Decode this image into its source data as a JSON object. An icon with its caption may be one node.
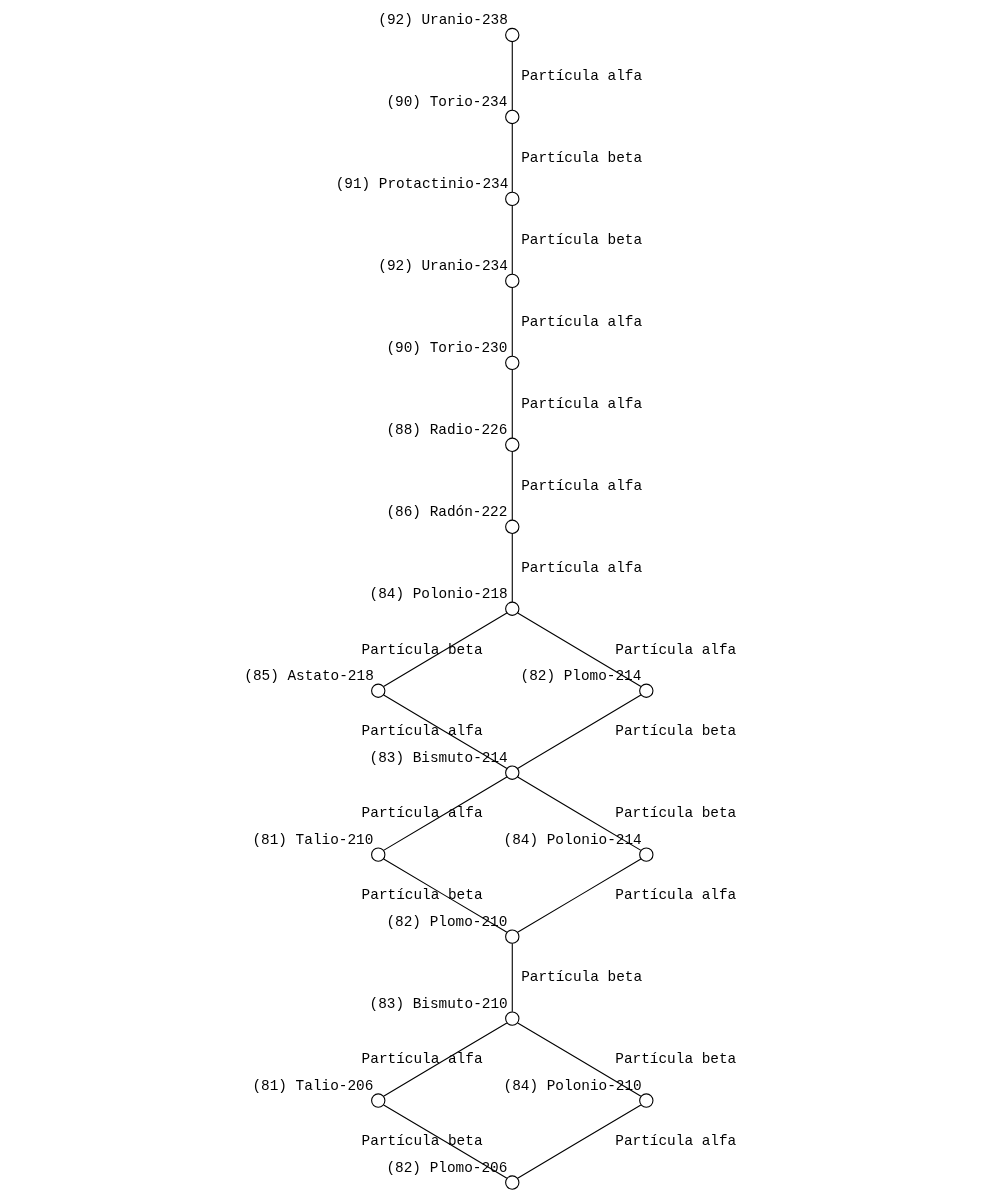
{
  "diagram": {
    "nodes": [
      {
        "text": [],
        "shape": "circle",
        "beside": [
          "(92) Uranio-238"
        ]
      },
      {
        "text": [],
        "shape": "circle",
        "beside": [
          "(90) Torio-234"
        ]
      },
      {
        "text": [],
        "shape": "circle",
        "beside": [
          "(91) Protactinio-234"
        ]
      },
      {
        "text": [],
        "shape": "circle",
        "beside": [
          "(92) Uranio-234"
        ]
      },
      {
        "text": [],
        "shape": "circle",
        "beside": [
          "(90) Torio-230"
        ]
      },
      {
        "text": [],
        "shape": "circle",
        "beside": [
          "(88) Radio-226"
        ]
      },
      {
        "text": [],
        "shape": "circle",
        "beside": [
          "(86) Radón-222"
        ]
      },
      {
        "text": [],
        "shape": "circle",
        "beside": [
          "(84) Polonio-218"
        ]
      },
      {
        "text": [],
        "shape": "circle",
        "beside": [
          "(85) Astato-218"
        ]
      },
      {
        "text": [],
        "shape": "circle",
        "beside": [
          "(82) Plomo-214"
        ]
      },
      {
        "text": [],
        "shape": "circle",
        "beside": [
          "(83) Bismuto-214"
        ]
      },
      {
        "text": [],
        "shape": "circle",
        "beside": [
          "(81) Talio-210"
        ]
      },
      {
        "text": [],
        "shape": "circle",
        "beside": [
          "(84) Polonio-214"
        ]
      },
      {
        "text": [],
        "shape": "circle",
        "beside": [
          "(82) Plomo-210"
        ]
      },
      {
        "text": [],
        "shape": "circle",
        "beside": [
          "(83) Bismuto-210"
        ]
      },
      {
        "text": [],
        "shape": "circle",
        "beside": [
          "(81) Talio-206"
        ]
      },
      {
        "text": [],
        "shape": "circle",
        "beside": [
          "(84) Polonio-210"
        ]
      },
      {
        "text": [],
        "shape": "circle",
        "beside": [
          "(82) Plomo-206"
        ]
      }
    ],
    "edges": [
      {
        "from": 0,
        "to": 1,
        "arrow": "none",
        "label": "Partícula alfa"
      },
      {
        "from": 1,
        "to": 2,
        "arrow": "none",
        "label": "Partícula beta"
      },
      {
        "from": 2,
        "to": 3,
        "arrow": "none",
        "label": "Partícula beta"
      },
      {
        "from": 3,
        "to": 4,
        "arrow": "none",
        "label": "Partícula alfa"
      },
      {
        "from": 4,
        "to": 5,
        "arrow": "none",
        "label": "Partícula alfa"
      },
      {
        "from": 5,
        "to": 6,
        "arrow": "none",
        "label": "Partícula alfa"
      },
      {
        "from": 6,
        "to": 7,
        "arrow": "none",
        "label": "Partícula alfa"
      },
      {
        "from": 7,
        "to": 8,
        "arrow": "none",
        "label": "Partícula beta"
      },
      {
        "from": 7,
        "to": 9,
        "arrow": "none",
        "label": "Partícula alfa"
      },
      {
        "from": 8,
        "to": 10,
        "arrow": "none",
        "label": "Partícula alfa"
      },
      {
        "from": 9,
        "to": 10,
        "arrow": "none",
        "label": "Partícula beta"
      },
      {
        "from": 10,
        "to": 11,
        "arrow": "none",
        "label": "Partícula alfa"
      },
      {
        "from": 10,
        "to": 12,
        "arrow": "none",
        "label": "Partícula beta"
      },
      {
        "from": 11,
        "to": 13,
        "arrow": "none",
        "label": "Partícula beta"
      },
      {
        "from": 12,
        "to": 13,
        "arrow": "none",
        "label": "Partícula alfa"
      },
      {
        "from": 13,
        "to": 14,
        "arrow": "none",
        "label": "Partícula beta"
      },
      {
        "from": 14,
        "to": 15,
        "arrow": "none",
        "label": "Partícula alfa"
      },
      {
        "from": 14,
        "to": 16,
        "arrow": "none",
        "label": "Partícula beta"
      },
      {
        "from": 15,
        "to": 17,
        "arrow": "none",
        "label": "Partícula beta"
      },
      {
        "from": 16,
        "to": 17,
        "arrow": "none",
        "label": "Partícula alfa"
      }
    ]
  }
}
